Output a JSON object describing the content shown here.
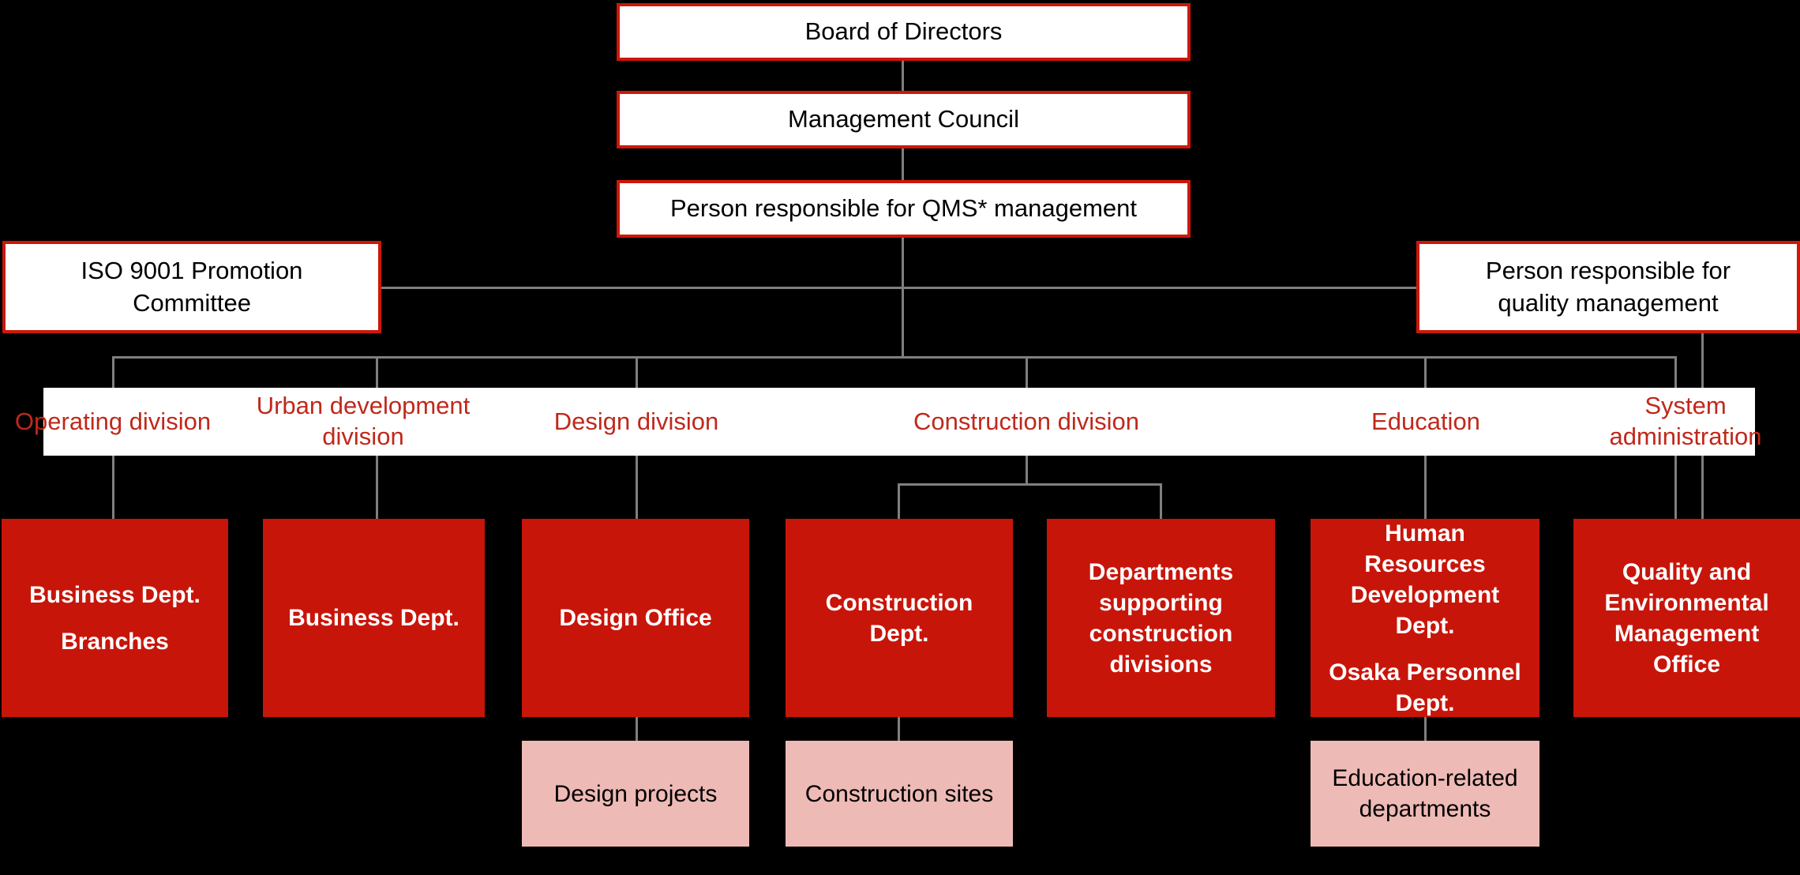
{
  "colors": {
    "background": "#000000",
    "box_fill_red": "#c8150a",
    "box_border_red": "#cd1709",
    "sub_box_pink": "#eebab5",
    "division_label_red": "#c0281b",
    "connector_gray": "#7f7f7f",
    "white": "#ffffff",
    "text_black": "#000000"
  },
  "top_chain": [
    {
      "label": "Board of Directors"
    },
    {
      "label": "Management Council"
    },
    {
      "label": "Person responsible for QMS* management"
    }
  ],
  "side_boxes": {
    "left": {
      "label": "ISO 9001 Promotion Committee"
    },
    "right": {
      "label": "Person responsible for quality management"
    }
  },
  "division_band": {
    "labels": [
      "Operating division",
      "Urban development division",
      "Design division",
      "Construction division",
      "Education",
      "System administration"
    ]
  },
  "department_boxes": [
    {
      "lines": [
        "Business Dept.",
        "Branches"
      ]
    },
    {
      "lines": [
        "Business Dept."
      ]
    },
    {
      "lines": [
        "Design Office"
      ]
    },
    {
      "lines": [
        "Construction Dept."
      ]
    },
    {
      "lines": [
        "Departments supporting construction divisions"
      ]
    },
    {
      "lines": [
        "Human Resources Development Dept.",
        "Osaka Personnel Dept."
      ]
    },
    {
      "lines": [
        "Quality and Environmental Management Office"
      ]
    }
  ],
  "sub_boxes": [
    {
      "label": "Design projects"
    },
    {
      "label": "Construction sites"
    },
    {
      "label": "Education-related departments"
    }
  ]
}
